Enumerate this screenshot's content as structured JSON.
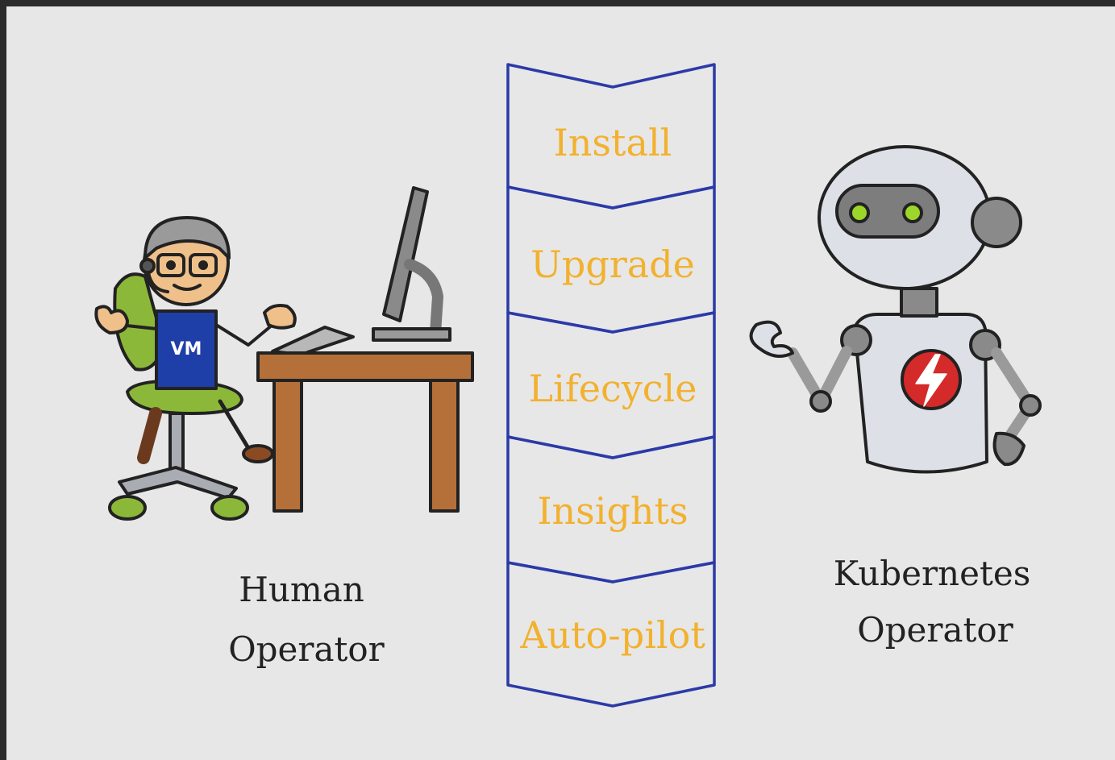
{
  "colors": {
    "background": "#e7e7e7",
    "frame": "#2b2b2b",
    "stage_border": "#2c3aa8",
    "stage_text": "#f2b12e",
    "label_text": "#222222",
    "chair_green": "#8cb83a",
    "shirt_blue": "#1f3fa8",
    "desk_brown": "#b5703a",
    "robot_body": "#dde0e6",
    "robot_grey": "#8a8a8a",
    "robot_eyes": "#9cd62a",
    "badge_red": "#d42a2a"
  },
  "stages": [
    {
      "label": "Install"
    },
    {
      "label": "Upgrade"
    },
    {
      "label": "Lifecycle"
    },
    {
      "label": "Insights"
    },
    {
      "label": "Auto-pilot"
    }
  ],
  "human": {
    "line1": "Human",
    "line2": "Operator",
    "shirt_logo": "VM",
    "illustration": "person-at-desk"
  },
  "robot": {
    "line1": "Kubernetes",
    "line2": "Operator",
    "illustration": "robot",
    "badge_icon": "lightning-icon"
  }
}
